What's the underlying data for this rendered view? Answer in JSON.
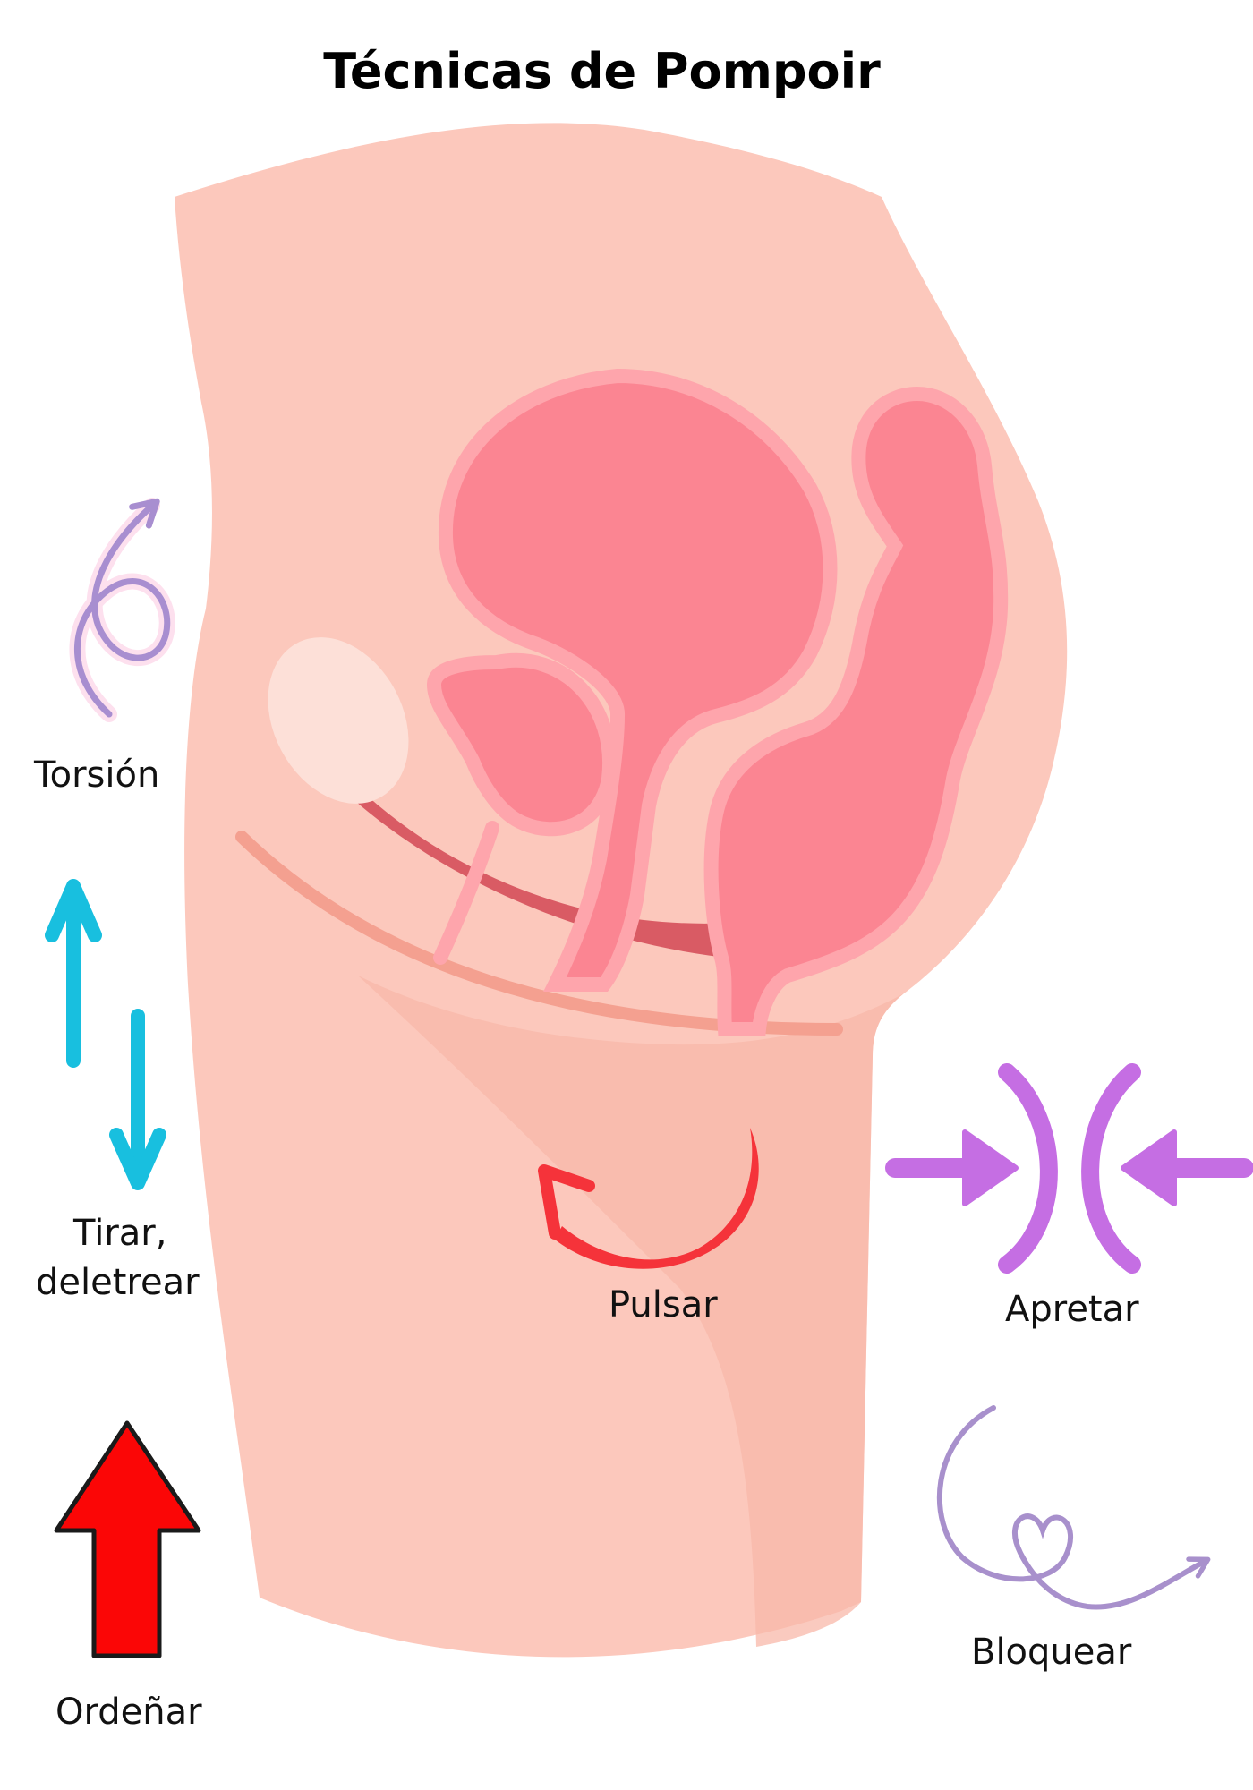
{
  "title": "Técnicas de Pompoir",
  "labels": {
    "torsion": "Torsión",
    "tirar_line1": "Tirar,",
    "tirar_line2": "deletrear",
    "pulsar": "Pulsar",
    "apretar": "Apretar",
    "ordenar": "Ordeñar",
    "bloquear": "Bloquear"
  },
  "colors": {
    "skin": "#fcc8bc",
    "skin_shadow": "#f8b8aa",
    "organ": "#fb8592",
    "organ_outline": "#fea5ac",
    "pelvic_floor": "#d95b64",
    "bone": "#fde0d8",
    "torsion_arrow": "#a88ed0",
    "tirar_arrows": "#18bfdf",
    "pulsar_arrow": "#f5333a",
    "apretar_arrows": "#c56ee3",
    "ordenar_arrow": "#fb0606",
    "bloquear_arrow": "#a890cc"
  },
  "icons": {
    "torsion": "spiral-arrow-icon",
    "tirar": "up-down-arrows-icon",
    "pulsar": "curved-arrow-icon",
    "apretar": "squeeze-arrows-icon",
    "ordenar": "big-up-arrow-icon",
    "bloquear": "heart-loop-arrow-icon"
  }
}
